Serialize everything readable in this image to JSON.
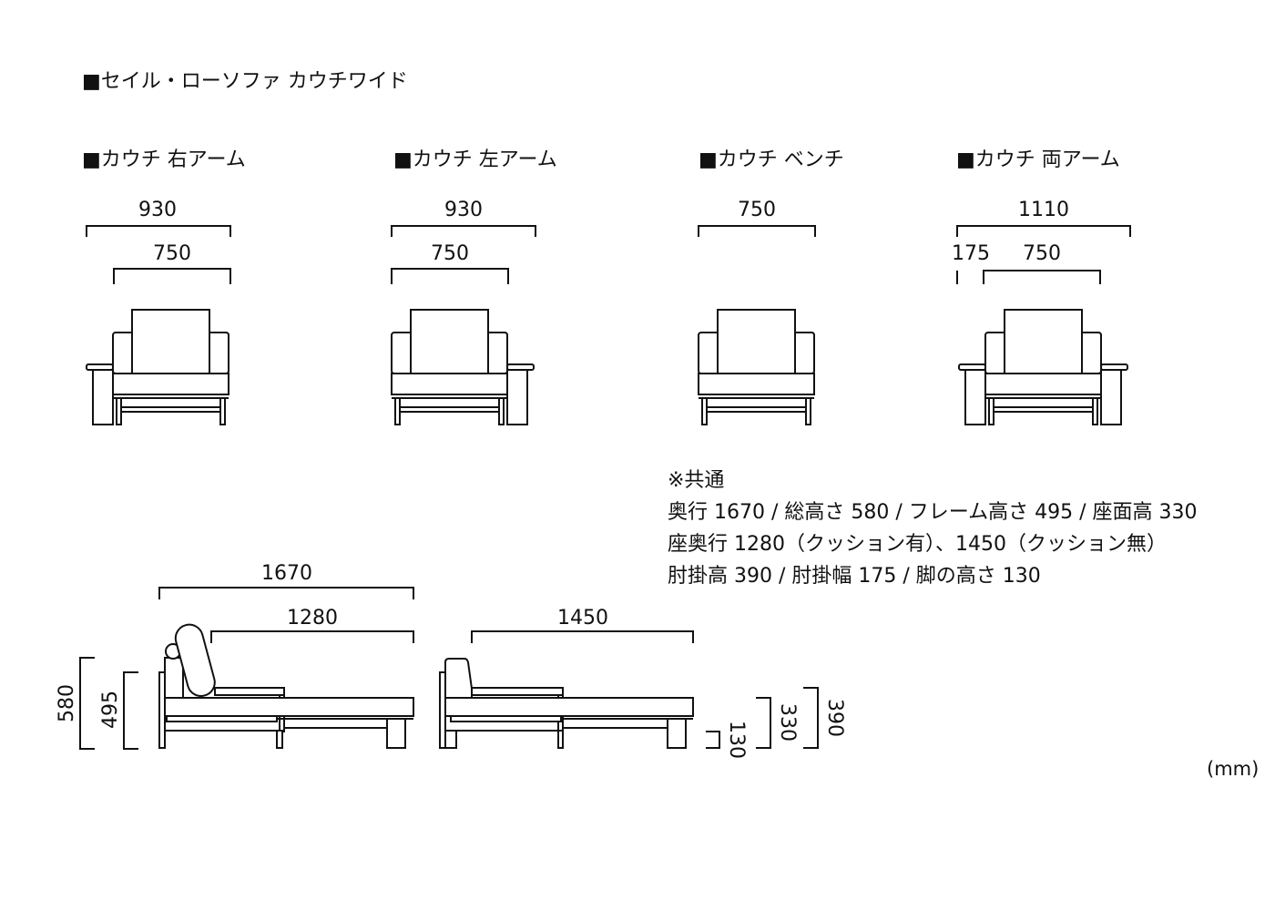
{
  "title": "■セイル・ローソファ カウチワイド",
  "variants": [
    {
      "label": "■カウチ 右アーム",
      "dims": [
        "930",
        "750"
      ]
    },
    {
      "label": "■カウチ 左アーム",
      "dims": [
        "930",
        "750"
      ]
    },
    {
      "label": "■カウチ ベンチ",
      "dims": [
        "750"
      ]
    },
    {
      "label": "■カウチ 両アーム",
      "dims": [
        "1110",
        "175",
        "750"
      ]
    }
  ],
  "notes": [
    "※共通",
    "奥行 1670 / 総高さ 580 / フレーム高さ 495 / 座面高 330",
    "座奥行 1280（クッション有）、1450（クッション無）",
    "肘掛高 390 / 肘掛幅 175 / 脚の高さ 130"
  ],
  "side_views": {
    "total_depth": "1670",
    "seat_depth_cushion": "1280",
    "seat_depth_no_cushion": "1450",
    "total_height": "580",
    "frame_height": "495",
    "leg_height": "130",
    "seat_height": "330",
    "arm_height": "390"
  },
  "unit": "(mm)"
}
